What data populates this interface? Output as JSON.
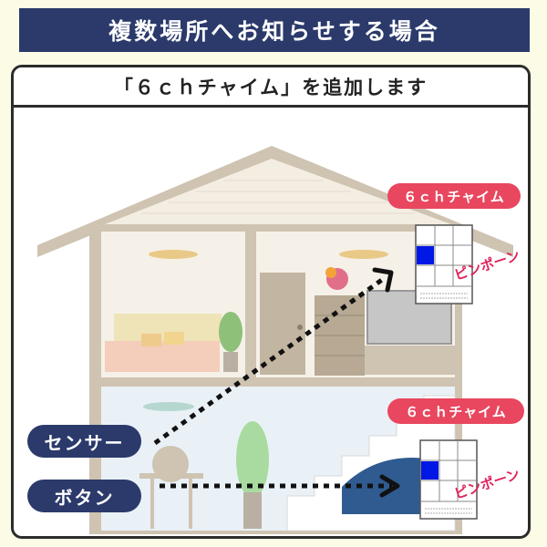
{
  "title": "複数場所へお知らせする場合",
  "subtitle": "「６ｃｈチャイム」を追加します",
  "chimes": [
    {
      "label": "６ｃｈチャイム",
      "sound": "ピンポーン"
    },
    {
      "label": "６ｃｈチャイム",
      "sound": "ピンポーン"
    }
  ],
  "devices": {
    "sensor_label": "センサー",
    "button_label": "ボタン"
  },
  "colors": {
    "navy": "#2b3a6b",
    "chime_red": "#e8475f",
    "sound_pink": "#e0235a",
    "house_brown": "#cfc3b1",
    "lit_cell": "#0018e6"
  }
}
